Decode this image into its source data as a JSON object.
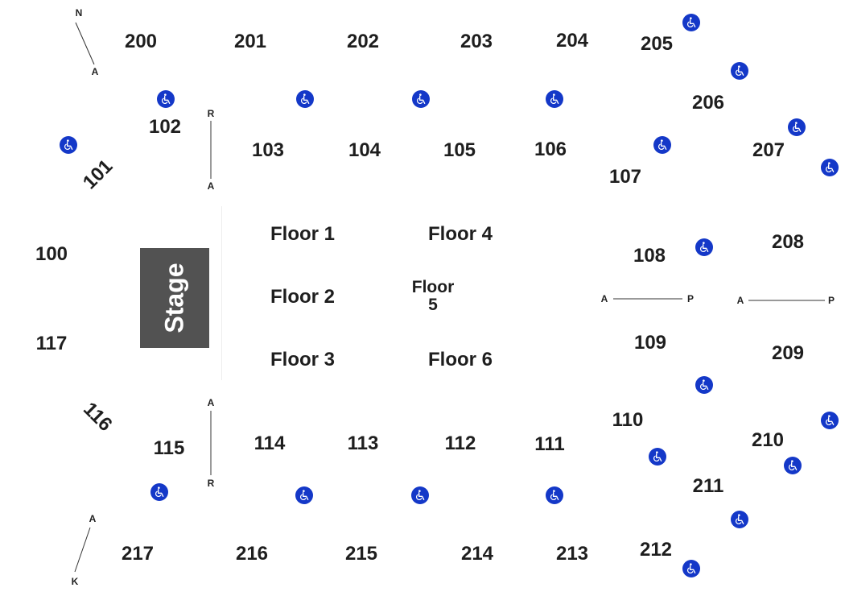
{
  "stage": "Stage",
  "floors": {
    "f1": "Floor 1",
    "f2": "Floor 2",
    "f3": "Floor 3",
    "f4": "Floor 4",
    "f5_line1": "Floor",
    "f5_line2": "5",
    "f6": "Floor 6"
  },
  "sections": {
    "s200": "200",
    "s201": "201",
    "s202": "202",
    "s203": "203",
    "s204": "204",
    "s205": "205",
    "s206": "206",
    "s207": "207",
    "s208": "208",
    "s209": "209",
    "s210": "210",
    "s211": "211",
    "s212": "212",
    "s213": "213",
    "s214": "214",
    "s215": "215",
    "s216": "216",
    "s217": "217",
    "s100": "100",
    "s101": "101",
    "s102": "102",
    "s103": "103",
    "s104": "104",
    "s105": "105",
    "s106": "106",
    "s107": "107",
    "s108": "108",
    "s109": "109",
    "s110": "110",
    "s111": "111",
    "s112": "112",
    "s113": "113",
    "s114": "114",
    "s115": "115",
    "s116": "116",
    "s117": "117"
  },
  "row_markers": {
    "tl_start": "N",
    "tl_end": "A",
    "l_top_start": "R",
    "l_top_end": "A",
    "l_bot_start": "A",
    "l_bot_end": "R",
    "bl_start": "A",
    "bl_end": "K",
    "r1_start": "A",
    "r1_end": "P",
    "r2_start": "A",
    "r2_end": "P"
  },
  "icons": {
    "accessible": "wheelchair-icon"
  },
  "colors": {
    "accessible": "#1438c8",
    "stage": "#525252",
    "text": "#1e1e1e"
  }
}
